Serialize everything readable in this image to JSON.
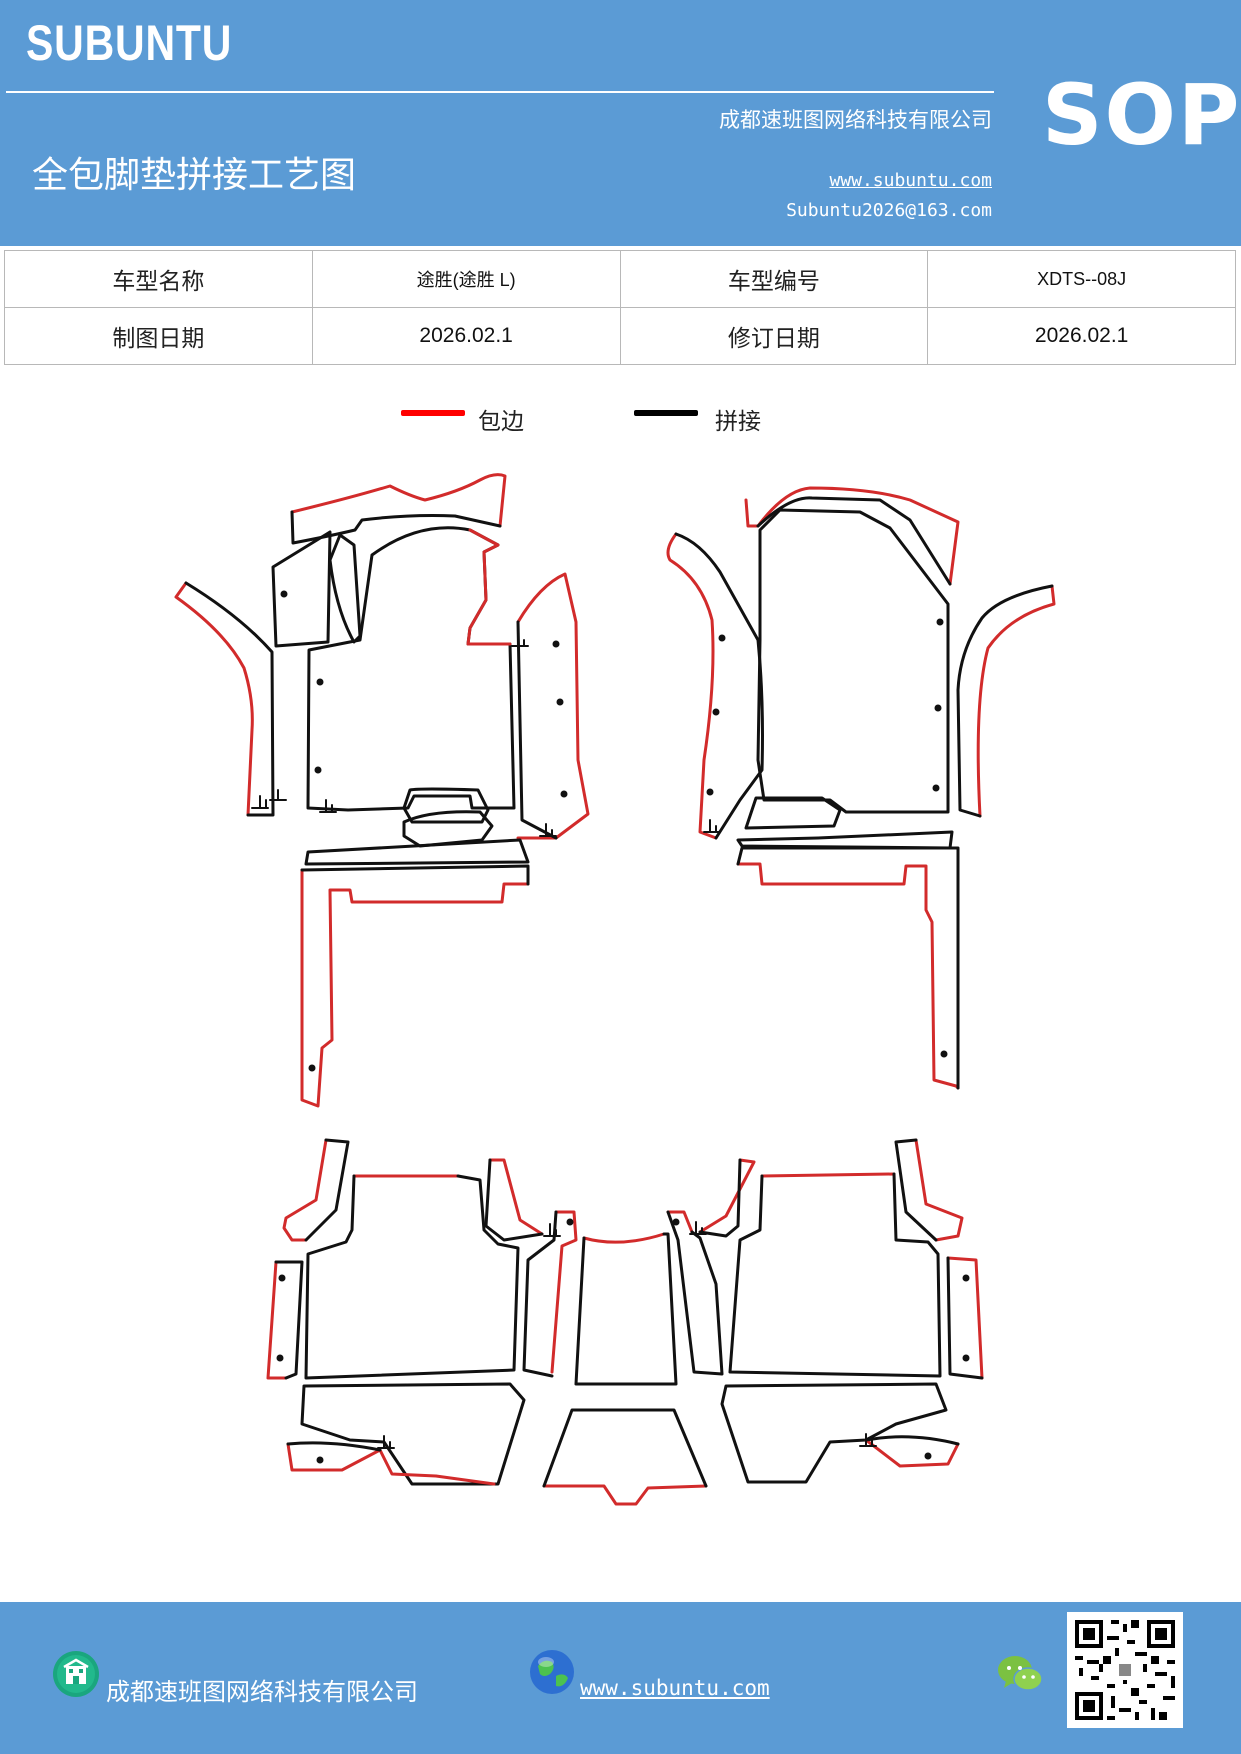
{
  "header": {
    "brand": "SUBUNTU",
    "company": "成都速班图网络科技有限公司",
    "title": "全包脚垫拼接工艺图",
    "website": "www.subuntu.com",
    "email": "Subuntu2026@163.com",
    "badge": "SOP"
  },
  "info": {
    "model_name_label": "车型名称",
    "model_name_value": "途胜(途胜 L)",
    "model_code_label": "车型编号",
    "model_code_value": "XDTS--08J",
    "draw_date_label": "制图日期",
    "draw_date_value": "2026.02.1",
    "revise_date_label": "修订日期",
    "revise_date_value": "2026.02.1"
  },
  "legend": {
    "items": [
      {
        "label": "包边",
        "color": "#ff0000"
      },
      {
        "label": "拼接",
        "color": "#000000"
      }
    ]
  },
  "colors": {
    "brand_blue": "#5b9bd5",
    "edge_red": "#d22b2b",
    "seam_black": "#111111"
  },
  "footer": {
    "company": "成都速班图网络科技有限公司",
    "website": "www.subuntu.com",
    "icons": [
      "building-icon",
      "globe-icon",
      "wechat-icon",
      "qr-code"
    ]
  }
}
